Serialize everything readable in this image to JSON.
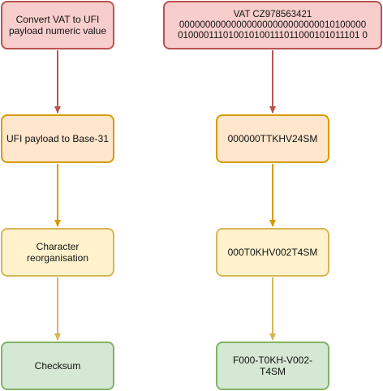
{
  "left_column": {
    "step1": "Convert VAT to UFI\npayload numeric value",
    "step2": "UFI payload to Base-31",
    "step3": "Character reorganisation",
    "step4": "Checksum"
  },
  "right_column": {
    "step1": "VAT CZ978563421\n000000000000000000000000000010100000\n010000111010010100111011000101011101 0",
    "step2": "000000TTKHV24SM",
    "step3": "000T0KHV002T4SM",
    "step4": "F000-T0KH-V002-T4SM"
  },
  "colors": {
    "red_fill": "#f8cecc",
    "red_stroke": "#b85450",
    "orange_fill": "#ffe6cc",
    "orange_stroke": "#d79b00",
    "yellow_fill": "#fff2cc",
    "yellow_stroke": "#d6b656",
    "green_fill": "#d5e8d4",
    "green_stroke": "#82b366"
  }
}
